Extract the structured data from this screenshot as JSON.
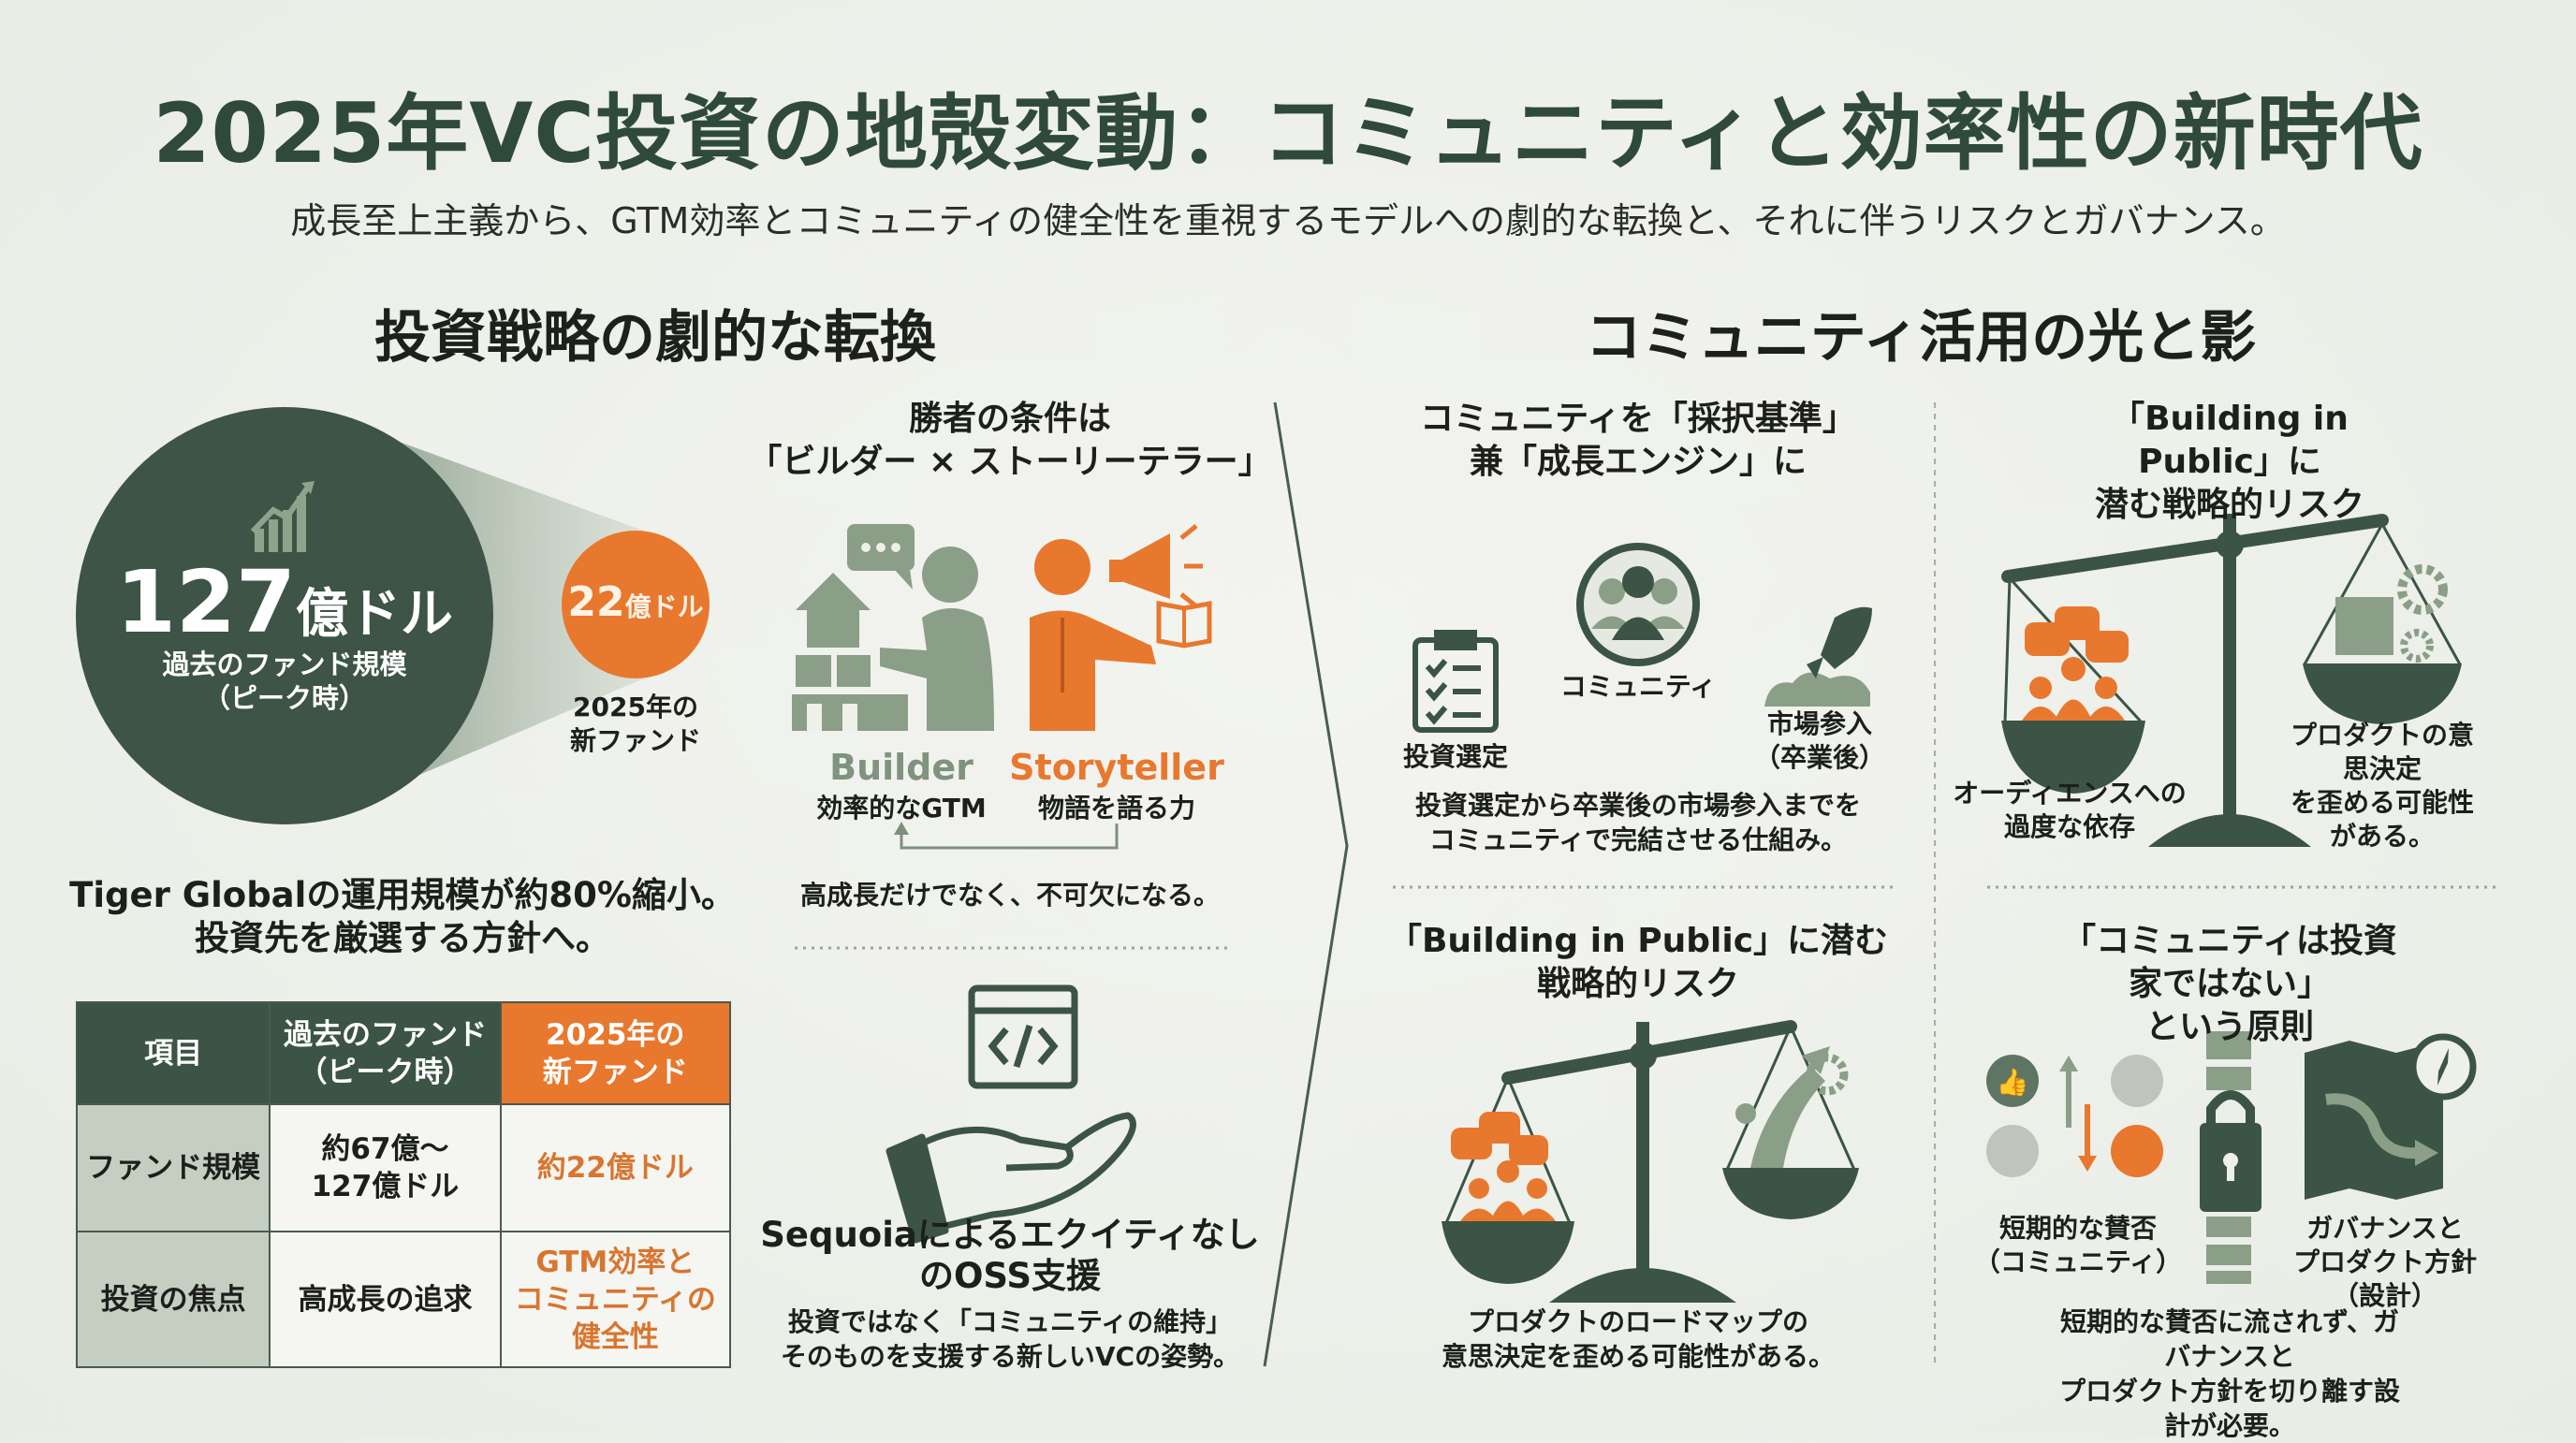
{
  "header": {
    "title": "2025年VC投資の地殻変動：コミュニティと効率性の新時代",
    "subtitle": "成長至上主義から、GTM効率とコミュニティの健全性を重視するモデルへの劇的な転換と、それに伴うリスクとガバナンス。"
  },
  "colors": {
    "dark_green": "#3b5445",
    "sage": "#8a9e88",
    "orange": "#e8782e",
    "background": "#eef0ea"
  },
  "left": {
    "heading": "投資戦略の劇的な転換",
    "fund_shrink": {
      "past_value": "127",
      "past_unit": "億ドル",
      "past_label": "過去のファンド規模\n（ピーク時）",
      "new_value": "22",
      "new_unit": "億ドル",
      "new_label": "2025年の\n新ファンド",
      "icon": "growth-chart-icon",
      "caption": "Tiger Globalの運用規模が約80%縮小。\n投資先を厳選する方針へ。"
    },
    "table": {
      "headers": [
        "項目",
        "過去のファンド\n（ピーク時）",
        "2025年の\n新ファンド"
      ],
      "rows": [
        [
          "ファンド規模",
          "約67億～\n127億ドル",
          "約22億ドル"
        ],
        [
          "投資の焦点",
          "高成長の追求",
          "GTM効率と\nコミュニティの\n健全性"
        ]
      ]
    },
    "winner": {
      "heading": "勝者の条件は\n「ビルダー × ストーリーテラー」",
      "builder_title": "Builder",
      "builder_sub": "効率的なGTM",
      "storyteller_title": "Storyteller",
      "storyteller_sub": "物語を語る力",
      "caption": "高成長だけでなく、不可欠になる。"
    },
    "sequoia": {
      "heading": "Sequoiaによるエクイティなし\nのOSS支援",
      "desc": "投資ではなく「コミュニティの維持」\nそのものを支援する新しいVCの姿勢。"
    }
  },
  "right": {
    "heading": "コミュニティ活用の光と影",
    "q1": {
      "heading": "コミュニティを「採択基準」\n兼「成長エンジン」に",
      "label_selection": "投資選定",
      "label_community": "コミュニティ",
      "label_market": "市場参入\n（卒業後）",
      "desc": "投資選定から卒業後の市場参入までを\nコミュニティで完結させる仕組み。"
    },
    "q2": {
      "heading": "「Building in Public」に\n潜む戦略的リスク",
      "label_left": "オーディエンスへの\n過度な依存",
      "label_right": "プロダクトの意思決定\nを歪める可能性がある。"
    },
    "q3": {
      "heading": "「Building in Public」に潜む\n戦略的リスク",
      "desc": "プロダクトのロードマップの\n意思決定を歪める可能性がある。"
    },
    "q4": {
      "heading": "「コミュニティは投資家ではない」\nという原則",
      "label_left": "短期的な賛否\n（コミュニティ）",
      "label_right": "ガバナンスと\nプロダクト方針（設計）",
      "desc": "短期的な賛否に流されず、ガバナンスと\nプロダクト方針を切り離す設計が必要。"
    }
  }
}
